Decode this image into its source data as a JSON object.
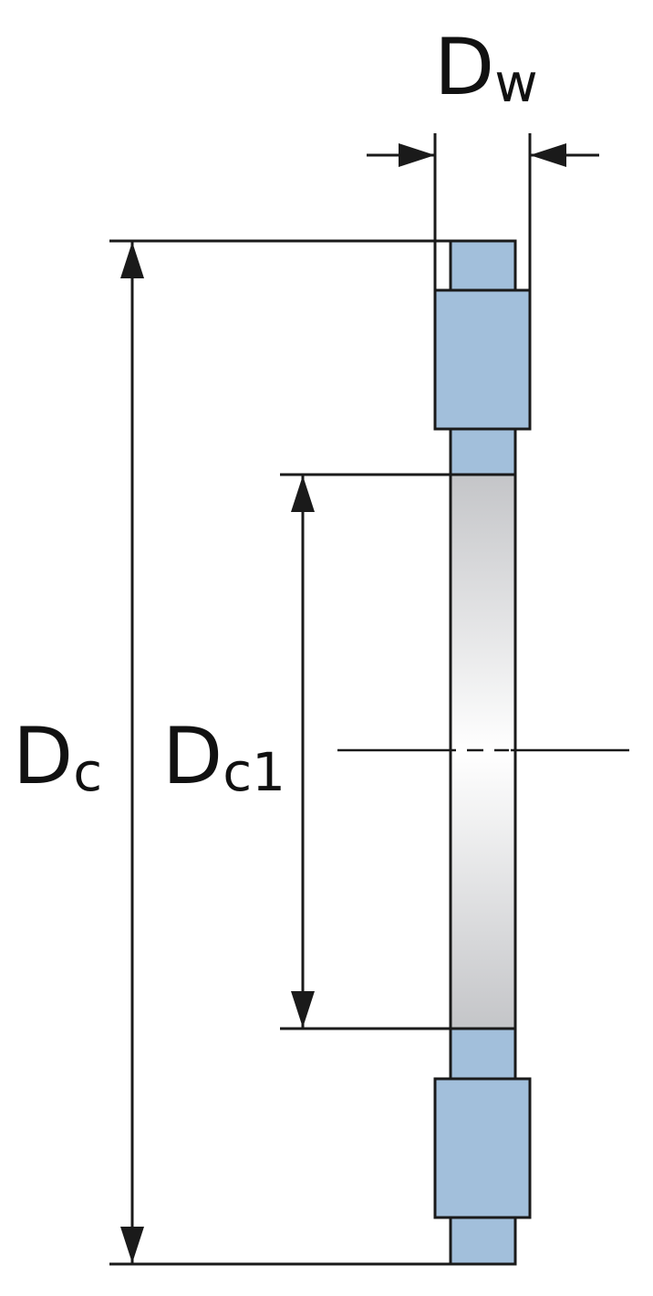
{
  "labels": {
    "dw": {
      "main": "D",
      "sub": "w"
    },
    "dc": {
      "main": "D",
      "sub": "c"
    },
    "dc1": {
      "main": "D",
      "sub": "c1"
    }
  },
  "colors": {
    "washer_fill": "#a2bfdb",
    "outline": "#1a1a1a",
    "shaft_dark": "#c4c5c8",
    "shaft_light": "#ffffff"
  }
}
